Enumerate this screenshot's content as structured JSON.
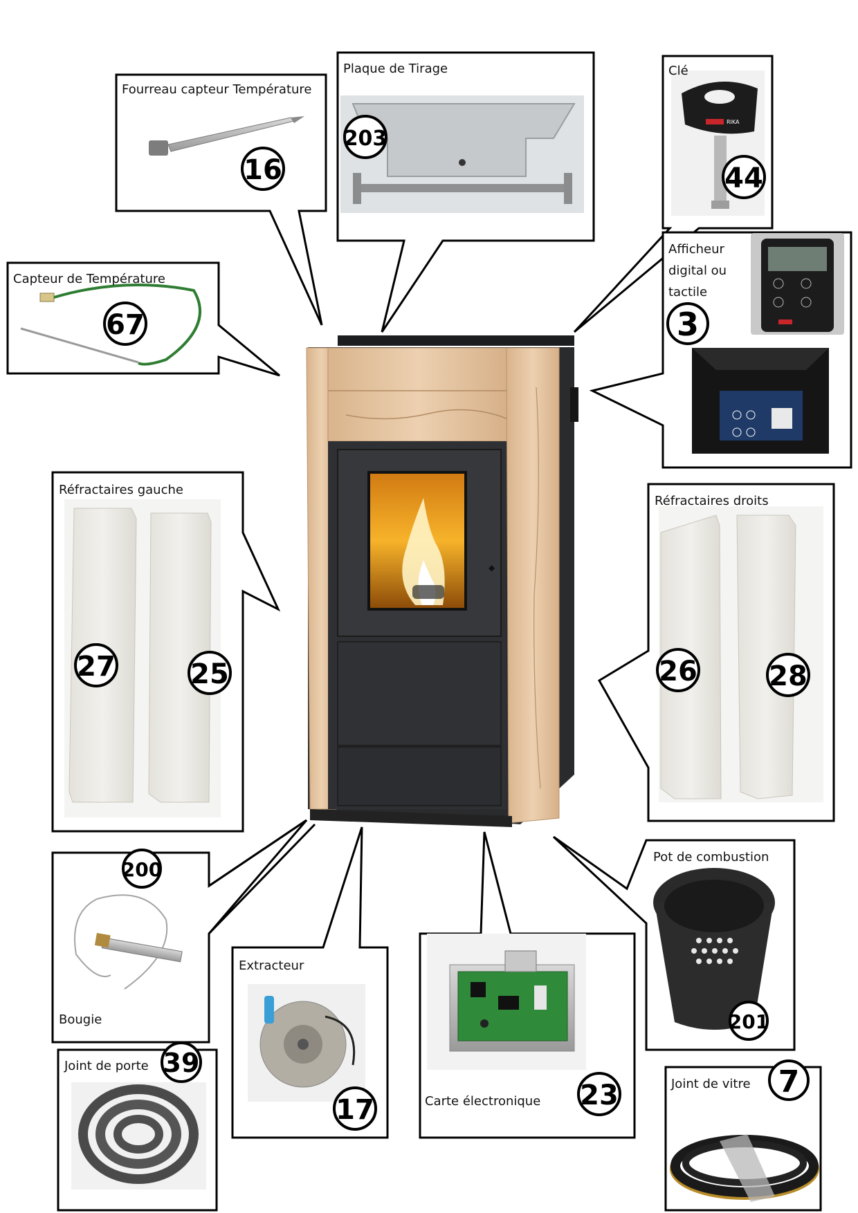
{
  "diagram": {
    "colors": {
      "stone": "#e3c3a0",
      "stone_dark": "#c9a47e",
      "stove_body": "#2b2c2e",
      "stove_front": "#343538",
      "flame": "#f3a21f",
      "brick": "#ecebe6",
      "cord": "#4a4a4a",
      "pcb": "#2f8a3a"
    },
    "parts": [
      {
        "id": "fourreau",
        "label": "Fourreau capteur Température",
        "number": "16"
      },
      {
        "id": "plaque",
        "label": "Plaque de Tirage",
        "number": "203"
      },
      {
        "id": "cle",
        "label": "Clé",
        "number": "44"
      },
      {
        "id": "capteur",
        "label": "Capteur de Température",
        "number": "67"
      },
      {
        "id": "afficheur",
        "label_lines": [
          "Afficheur",
          "digital ou",
          "tactile"
        ],
        "number": "3"
      },
      {
        "id": "refr-gauche",
        "label": "Réfractaires gauche",
        "numbers": [
          "27",
          "25"
        ]
      },
      {
        "id": "refr-droits",
        "label": "Réfractaires droits",
        "numbers": [
          "26",
          "28"
        ]
      },
      {
        "id": "bougie",
        "label": "Bougie",
        "number": "200"
      },
      {
        "id": "pot",
        "label": "Pot de combustion",
        "number": "201"
      },
      {
        "id": "extracteur",
        "label": "Extracteur",
        "number": "17"
      },
      {
        "id": "carte",
        "label": "Carte électronique",
        "number": "23"
      },
      {
        "id": "joint-porte",
        "label": "Joint de porte",
        "number": "39"
      },
      {
        "id": "joint-vitre",
        "label": "Joint de vitre",
        "number": "7"
      }
    ],
    "logo_text": "RIKA"
  }
}
